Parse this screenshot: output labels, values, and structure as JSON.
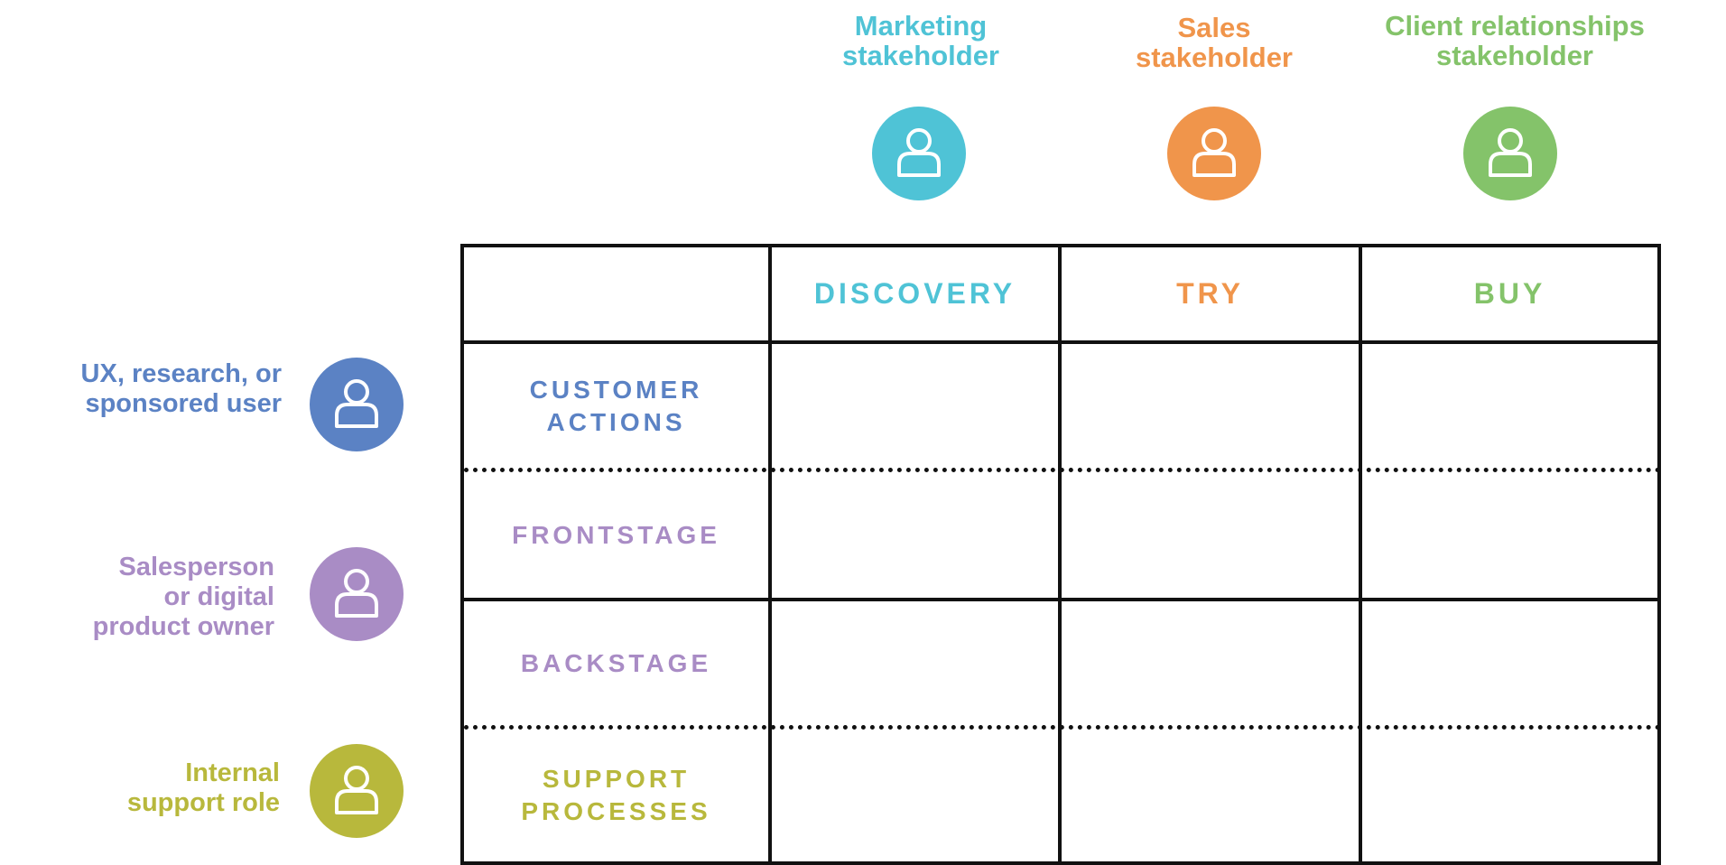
{
  "stakeholders": [
    {
      "label": "Marketing\nstakeholder",
      "color": "#4fc3d6"
    },
    {
      "label": "Sales\nstakeholder",
      "color": "#f0954b"
    },
    {
      "label": "Client relationships\nstakeholder",
      "color": "#84c36a"
    }
  ],
  "roles": [
    {
      "label": "UX, research, or\nsponsored user",
      "color": "#5b82c4"
    },
    {
      "label": "Salesperson\nor digital\nproduct owner",
      "color": "#a98cc5"
    },
    {
      "label": "Internal\nsupport role",
      "color": "#b8b83c"
    }
  ],
  "columns": [
    {
      "label": "DISCOVERY",
      "color": "#4fc3d6"
    },
    {
      "label": "TRY",
      "color": "#f0954b"
    },
    {
      "label": "BUY",
      "color": "#84c36a"
    }
  ],
  "rows": [
    {
      "label": "CUSTOMER\nACTIONS",
      "color": "#5b82c4"
    },
    {
      "label": "FRONTSTAGE",
      "color": "#a98cc5"
    },
    {
      "label": "BACKSTAGE",
      "color": "#a98cc5"
    },
    {
      "label": "SUPPORT\nPROCESSES",
      "color": "#b8b83c"
    }
  ],
  "icon": "person-icon"
}
